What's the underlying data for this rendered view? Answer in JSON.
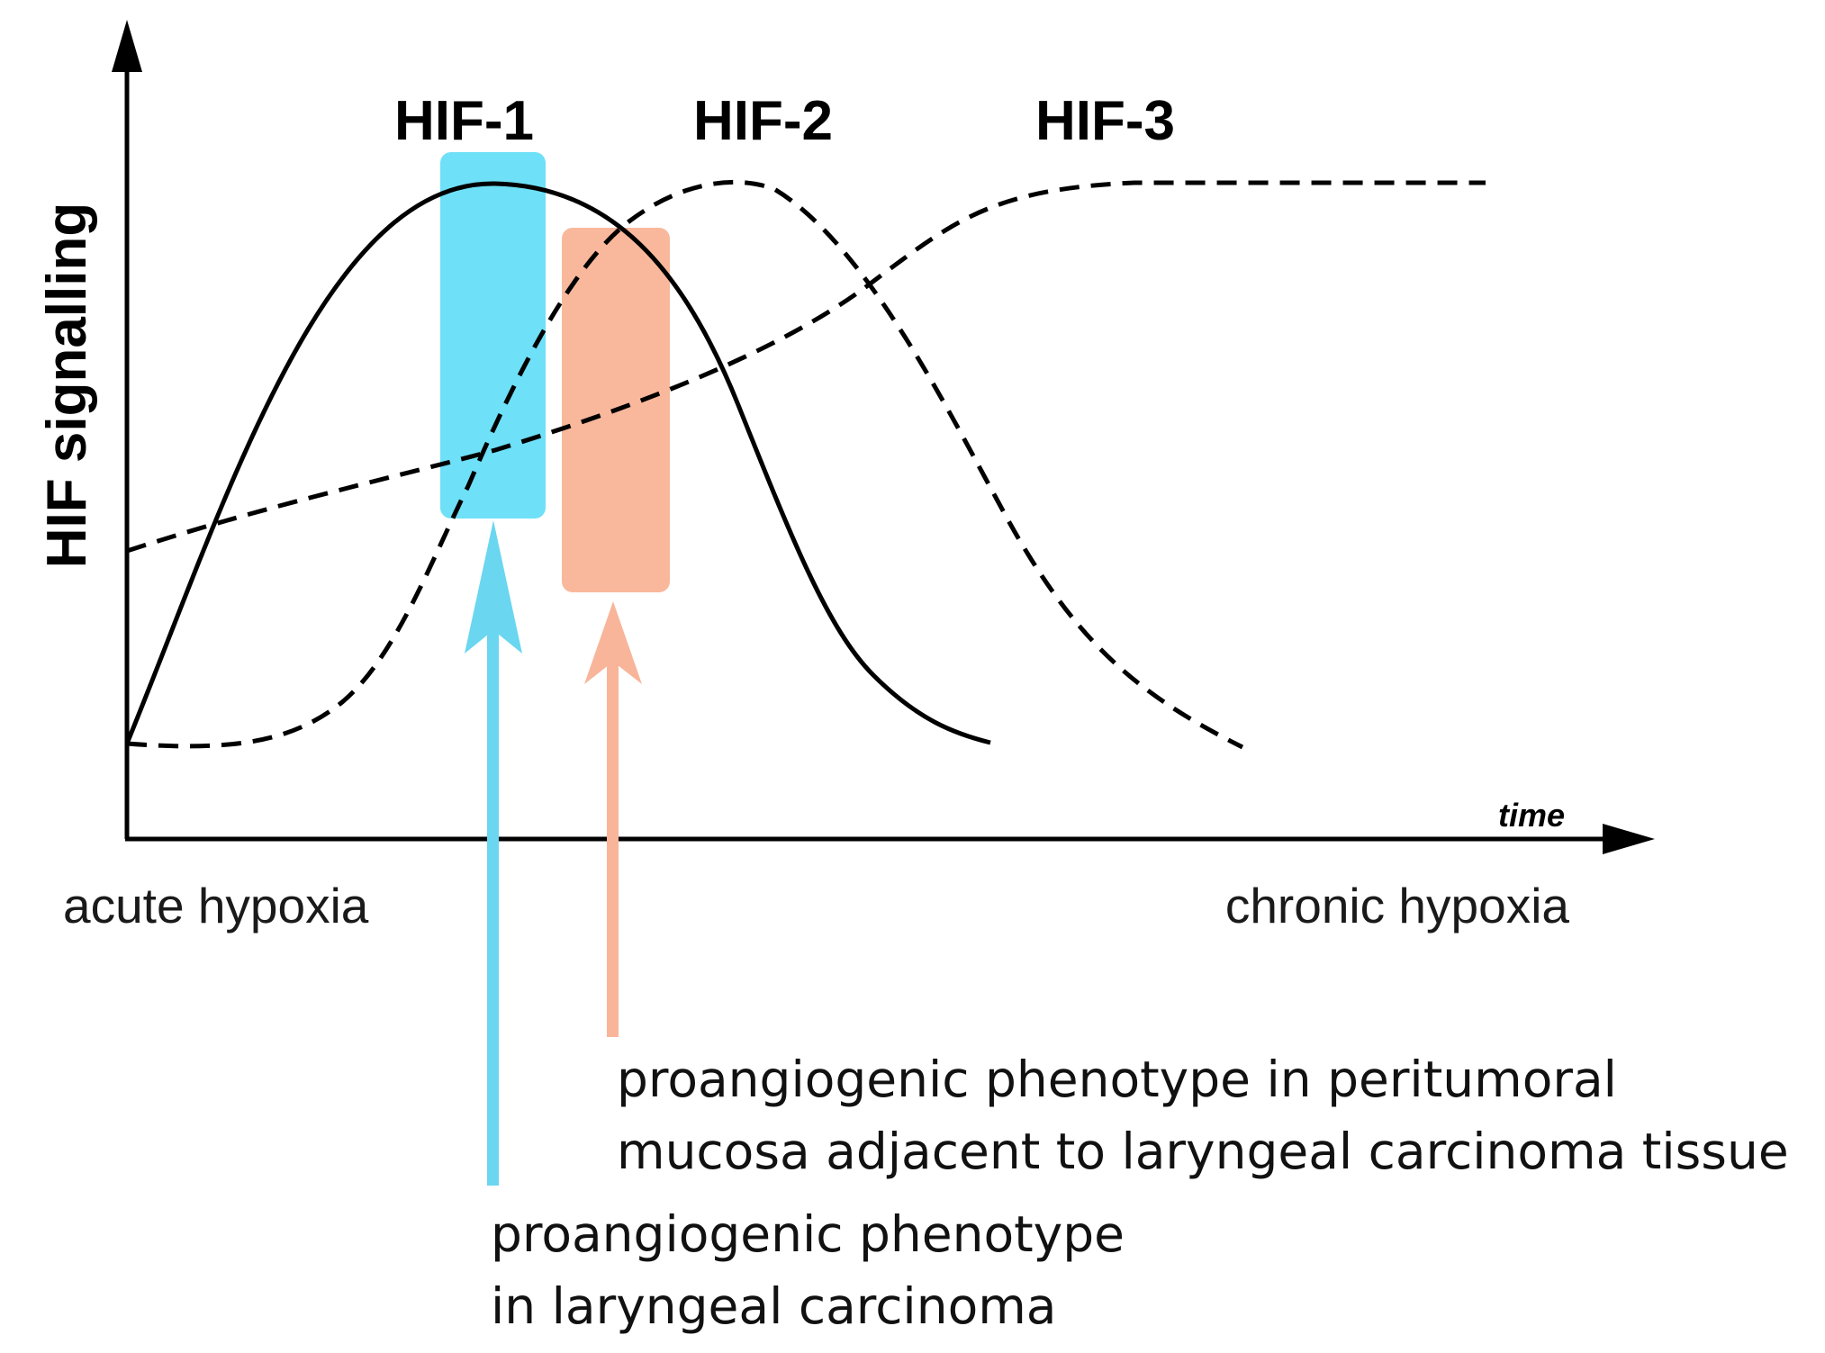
{
  "y_axis_label": "HIF signalling",
  "x_axis_label": "time",
  "x_start_label": "acute hypoxia",
  "x_end_label": "chronic hypoxia",
  "curves": [
    {
      "label": "HIF-1",
      "style": "solid"
    },
    {
      "label": "HIF-2",
      "style": "dashed"
    },
    {
      "label": "HIF-3",
      "style": "dashed"
    }
  ],
  "highlights": [
    {
      "color": "#6ee0f7",
      "arrow_color": "#6ad6f0"
    },
    {
      "color": "#f9b89c",
      "arrow_color": "#f8b59a"
    }
  ],
  "annotations": {
    "peritumoral": {
      "line1": "proangiogenic phenotype in peritumoral",
      "line2": "mucosa adjacent to laryngeal carcinoma tissue"
    },
    "carcinoma": {
      "line1": "proangiogenic phenotype",
      "line2": "in laryngeal carcinoma"
    }
  }
}
